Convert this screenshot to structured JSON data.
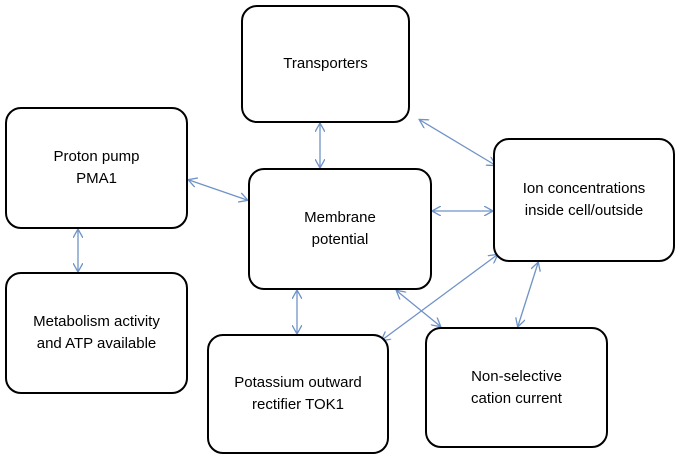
{
  "diagram": {
    "arrow_color": "#6f93c7",
    "nodes": {
      "transporters": {
        "lines": [
          "Transporters"
        ]
      },
      "proton_pump": {
        "lines": [
          "Proton pump",
          "PMA1"
        ]
      },
      "membrane_potential": {
        "lines": [
          "Membrane",
          "potential"
        ]
      },
      "ion_concentrations": {
        "lines": [
          "Ion concentrations",
          "inside cell/outside"
        ]
      },
      "metabolism": {
        "lines": [
          "Metabolism activity",
          "and ATP available"
        ]
      },
      "potassium": {
        "lines": [
          "Potassium outward",
          "rectifier TOK1"
        ]
      },
      "non_selective": {
        "lines": [
          "Non-selective",
          "cation current"
        ]
      }
    }
  }
}
